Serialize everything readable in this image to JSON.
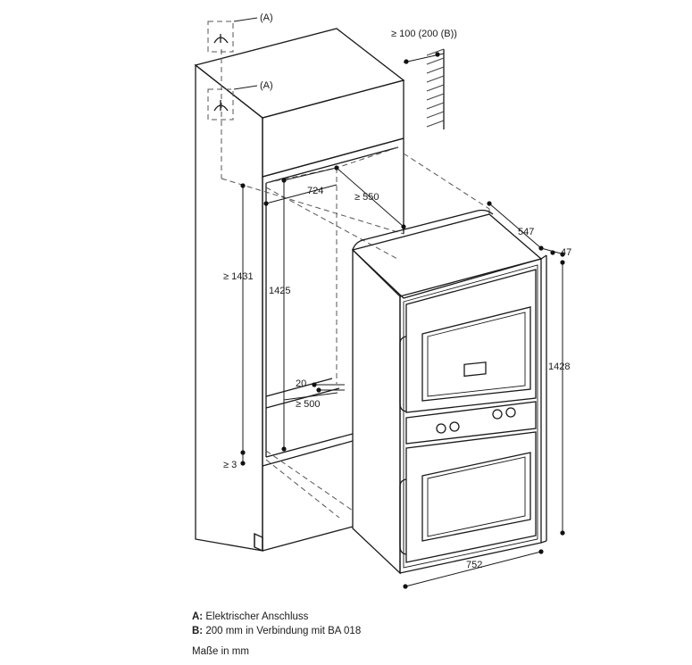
{
  "markers": {
    "a1": "(A)",
    "a2": "(A)"
  },
  "dimensions": {
    "clearance_top": "≥ 100 (200 (B))",
    "niche_width": "724",
    "niche_depth": "≥ 550",
    "niche_height_min": "≥ 1431",
    "niche_height": "1425",
    "vent_gap": "20",
    "vent_depth": "≥ 500",
    "bottom_gap": "≥ 3",
    "appliance_depth": "547",
    "front_depth": "47",
    "appliance_height": "1428",
    "appliance_width": "752"
  },
  "legend": {
    "a_key": "A:",
    "a_text": "Elektrischer Anschluss",
    "b_key": "B:",
    "b_text": "200 mm in Verbindung mit BA 018"
  },
  "units_note": "Maße in mm"
}
